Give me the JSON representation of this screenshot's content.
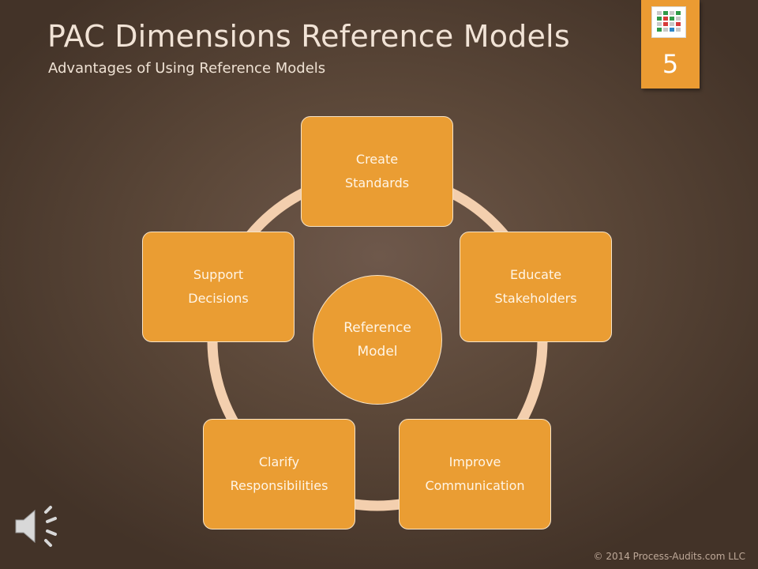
{
  "header": {
    "title": "PAC Dimensions Reference Models",
    "subtitle": "Advantages of Using Reference Models"
  },
  "badge": {
    "page_number": "5",
    "icon": "grid-logo-icon"
  },
  "diagram": {
    "center": "Reference\nModel",
    "nodes": [
      "Create\nStandards",
      "Educate\nStakeholders",
      "Improve\nCommunication",
      "Clarify\nResponsibilities",
      "Support\nDecisions"
    ]
  },
  "footer": {
    "copyright": "© 2014 Process-Audits.com LLC",
    "audio_icon": "speaker-icon"
  },
  "colors": {
    "accent": "#ea9d33",
    "ring": "#f3cfae",
    "background": "#5c4839"
  }
}
